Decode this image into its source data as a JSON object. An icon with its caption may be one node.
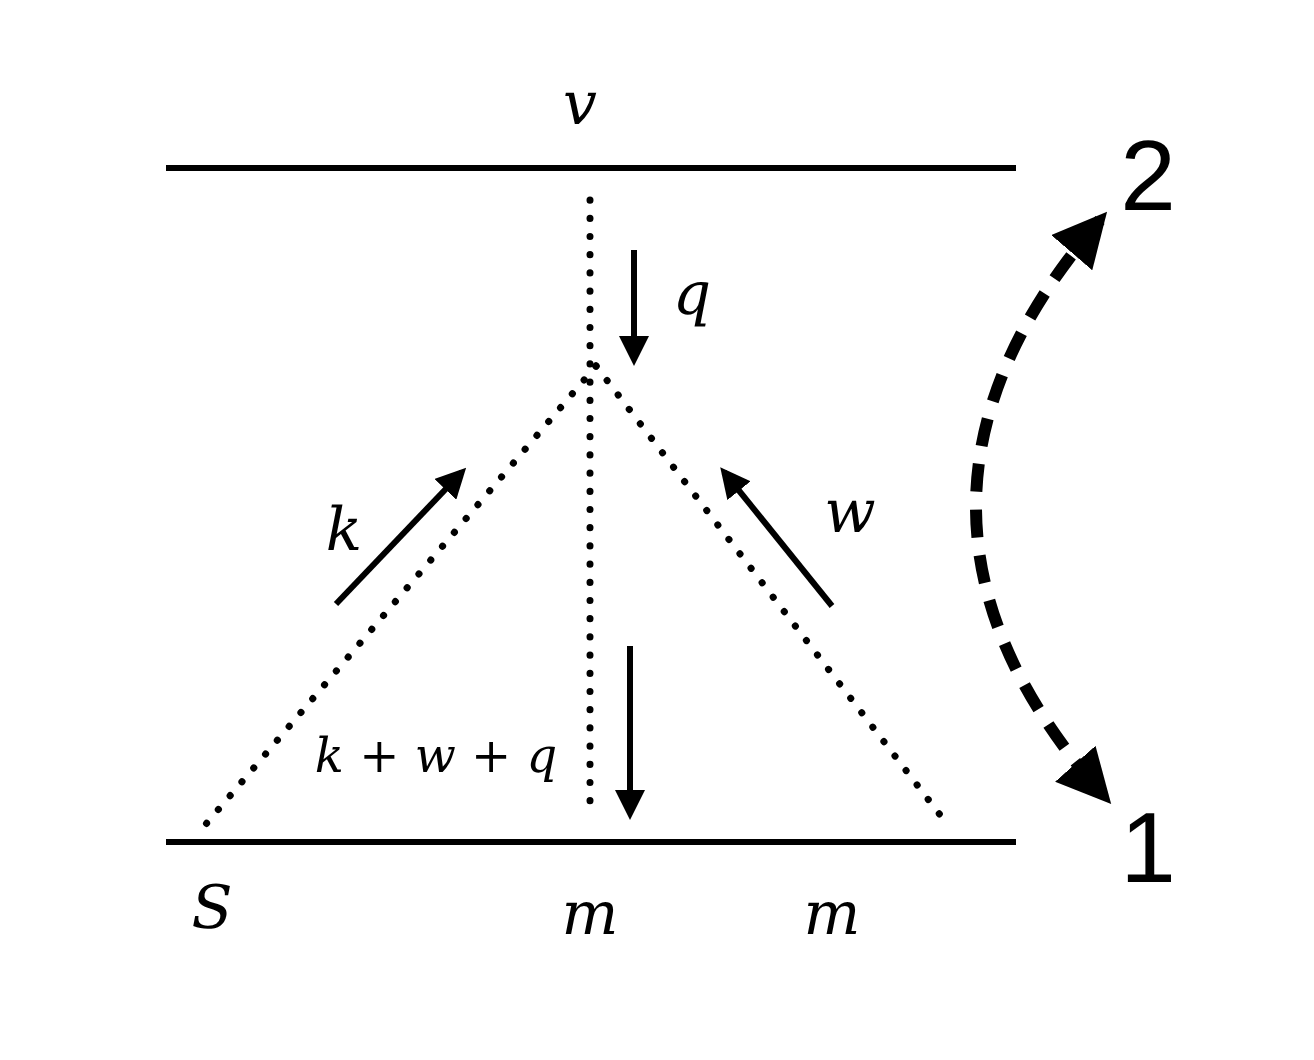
{
  "diagram": {
    "nodes": [
      {
        "text": [
          "2"
        ]
      },
      {
        "text": [
          "1"
        ]
      }
    ],
    "edges": [
      {
        "from": 0,
        "to": 1,
        "arrow": "both",
        "style": "dashed"
      }
    ],
    "labels": [
      "v",
      "q",
      "k",
      "w",
      "k + w + q",
      "S",
      "m",
      "m"
    ]
  }
}
